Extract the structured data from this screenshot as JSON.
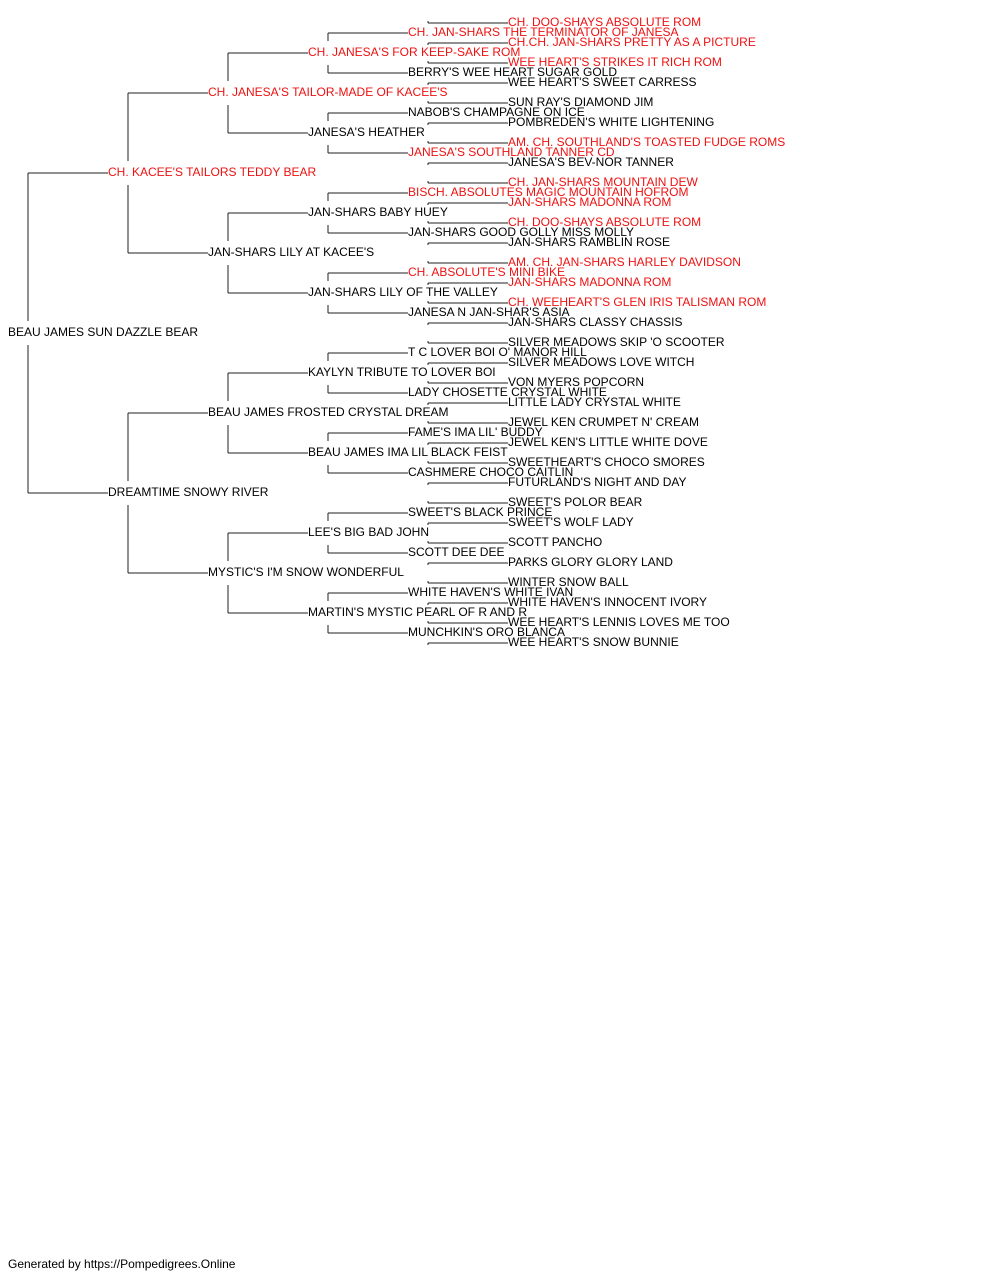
{
  "colors": {
    "champion": "#ee1111",
    "normal": "#000000",
    "line": "#222222"
  },
  "pedigree": {
    "name": "BEAU JAMES SUN DAZZLE BEAR",
    "champion": false,
    "sire": {
      "name": "CH. KACEE'S TAILORS TEDDY BEAR",
      "champion": true,
      "sire": {
        "name": "CH. JANESA'S TAILOR-MADE OF KACEE'S",
        "champion": true,
        "sire": {
          "name": "CH. JANESA'S FOR KEEP-SAKE ROM",
          "champion": true,
          "sire": {
            "name": "CH. JAN-SHARS THE TERMINATOR OF JANESA",
            "champion": true,
            "sire": {
              "name": "CH. DOO-SHAYS ABSOLUTE ROM",
              "champion": true
            },
            "dam": {
              "name": "CH.CH. JAN-SHARS PRETTY AS A PICTURE",
              "champion": true
            }
          },
          "dam": {
            "name": "BERRY'S WEE HEART SUGAR GOLD",
            "champion": false,
            "sire": {
              "name": "WEE HEART'S STRIKES IT RICH ROM",
              "champion": true
            },
            "dam": {
              "name": "WEE HEART'S SWEET CARRESS",
              "champion": false
            }
          }
        },
        "dam": {
          "name": "JANESA'S HEATHER",
          "champion": false,
          "sire": {
            "name": "NABOB'S CHAMPAGNE ON ICE",
            "champion": false,
            "sire": {
              "name": "SUN RAY'S DIAMOND JIM",
              "champion": false
            },
            "dam": {
              "name": "POMBREDEN'S WHITE LIGHTENING",
              "champion": false
            }
          },
          "dam": {
            "name": "JANESA'S SOUTHLAND TANNER CD",
            "champion": true,
            "sire": {
              "name": "AM. CH. SOUTHLAND'S TOASTED FUDGE ROMS",
              "champion": true
            },
            "dam": {
              "name": "JANESA'S BEV-NOR TANNER",
              "champion": false
            }
          }
        }
      },
      "dam": {
        "name": "JAN-SHARS LILY AT KACEE'S",
        "champion": false,
        "sire": {
          "name": "JAN-SHARS BABY HUEY",
          "champion": false,
          "sire": {
            "name": "BISCH. ABSOLUTES MAGIC MOUNTAIN HOFROM",
            "champion": true,
            "sire": {
              "name": "CH. JAN-SHARS MOUNTAIN DEW",
              "champion": true
            },
            "dam": {
              "name": "JAN-SHARS MADONNA ROM",
              "champion": true
            }
          },
          "dam": {
            "name": "JAN-SHARS GOOD GOLLY MISS MOLLY",
            "champion": false,
            "sire": {
              "name": "CH. DOO-SHAYS ABSOLUTE ROM",
              "champion": true
            },
            "dam": {
              "name": "JAN-SHARS RAMBLIN ROSE",
              "champion": false
            }
          }
        },
        "dam": {
          "name": "JAN-SHARS LILY OF THE VALLEY",
          "champion": false,
          "sire": {
            "name": "CH. ABSOLUTE'S MINI BIKE",
            "champion": true,
            "sire": {
              "name": "AM. CH. JAN-SHARS HARLEY DAVIDSON",
              "champion": true
            },
            "dam": {
              "name": "JAN-SHARS MADONNA ROM",
              "champion": true
            }
          },
          "dam": {
            "name": "JANESA N JAN-SHAR'S ASIA",
            "champion": false,
            "sire": {
              "name": "CH. WEEHEART'S GLEN IRIS TALISMAN ROM",
              "champion": true
            },
            "dam": {
              "name": "JAN-SHARS CLASSY CHASSIS",
              "champion": false
            }
          }
        }
      }
    },
    "dam": {
      "name": "DREAMTIME SNOWY RIVER",
      "champion": false,
      "sire": {
        "name": "BEAU JAMES FROSTED CRYSTAL DREAM",
        "champion": false,
        "sire": {
          "name": "KAYLYN TRIBUTE TO LOVER BOI",
          "champion": false,
          "sire": {
            "name": "T C LOVER BOI O' MANOR HILL",
            "champion": false,
            "sire": {
              "name": "SILVER MEADOWS SKIP 'O SCOOTER",
              "champion": false
            },
            "dam": {
              "name": "SILVER MEADOWS LOVE WITCH",
              "champion": false
            }
          },
          "dam": {
            "name": "LADY CHOSETTE CRYSTAL WHITE",
            "champion": false,
            "sire": {
              "name": "VON MYERS POPCORN",
              "champion": false
            },
            "dam": {
              "name": "LITTLE LADY CRYSTAL WHITE",
              "champion": false
            }
          }
        },
        "dam": {
          "name": "BEAU JAMES IMA LIL BLACK FEIST",
          "champion": false,
          "sire": {
            "name": "FAME'S IMA LIL' BUDDY",
            "champion": false,
            "sire": {
              "name": "JEWEL KEN CRUMPET N' CREAM",
              "champion": false
            },
            "dam": {
              "name": "JEWEL KEN'S LITTLE WHITE DOVE",
              "champion": false
            }
          },
          "dam": {
            "name": "CASHMERE CHOCO CAITLIN",
            "champion": false,
            "sire": {
              "name": "SWEETHEART'S CHOCO SMORES",
              "champion": false
            },
            "dam": {
              "name": "FUTURLAND'S NIGHT AND DAY",
              "champion": false
            }
          }
        }
      },
      "dam": {
        "name": "MYSTIC'S I'M SNOW WONDERFUL",
        "champion": false,
        "sire": {
          "name": "LEE'S BIG BAD JOHN",
          "champion": false,
          "sire": {
            "name": "SWEET'S BLACK PRINCE",
            "champion": false,
            "sire": {
              "name": "SWEET'S POLOR BEAR",
              "champion": false
            },
            "dam": {
              "name": "SWEET'S WOLF LADY",
              "champion": false
            }
          },
          "dam": {
            "name": "SCOTT DEE DEE",
            "champion": false,
            "sire": {
              "name": "SCOTT PANCHO",
              "champion": false
            },
            "dam": {
              "name": "PARKS GLORY GLORY LAND",
              "champion": false
            }
          }
        },
        "dam": {
          "name": "MARTIN'S MYSTIC PEARL OF R AND R",
          "champion": false,
          "sire": {
            "name": "WHITE HAVEN'S WHITE IVAN",
            "champion": false,
            "sire": {
              "name": "WINTER SNOW BALL",
              "champion": false
            },
            "dam": {
              "name": "WHITE HAVEN'S INNOCENT IVORY",
              "champion": false
            }
          },
          "dam": {
            "name": "MUNCHKIN'S ORO BLANCA",
            "champion": false,
            "sire": {
              "name": "WEE HEART'S LENNIS LOVES ME TOO",
              "champion": false
            },
            "dam": {
              "name": "WEE HEART'S SNOW BUNNIE",
              "champion": false
            }
          }
        }
      }
    }
  },
  "footer": {
    "text": "Generated by https://Pompedigrees.Online"
  }
}
